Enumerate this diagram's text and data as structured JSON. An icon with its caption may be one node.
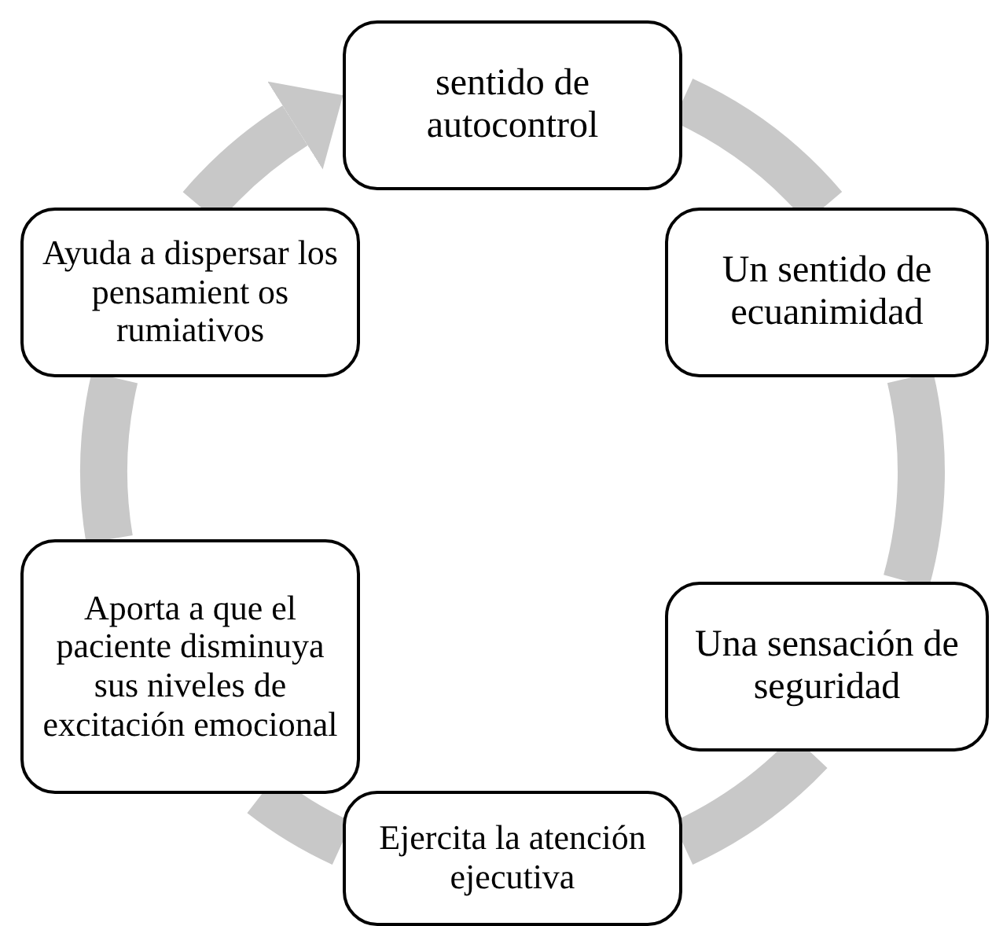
{
  "diagram": {
    "nodes": [
      {
        "text": [
          "sentido de autocontrol"
        ]
      },
      {
        "text": [
          "Un sentido de ecuanimidad"
        ]
      },
      {
        "text": [
          "Una sensación de seguridad"
        ]
      },
      {
        "text": [
          "Ejercita la atención ejecutiva"
        ]
      },
      {
        "text": [
          "Aporta a que el paciente disminuya sus niveles de excitación emocional"
        ]
      },
      {
        "text": [
          "Ayuda a dispersar los pensamient os rumiativos"
        ]
      }
    ],
    "edges": [
      {
        "from": 0,
        "to": 1,
        "arrow": "none"
      },
      {
        "from": 1,
        "to": 2,
        "arrow": "none"
      },
      {
        "from": 2,
        "to": 3,
        "arrow": "none"
      },
      {
        "from": 3,
        "to": 4,
        "arrow": "none"
      },
      {
        "from": 4,
        "to": 5,
        "arrow": "none"
      },
      {
        "from": 5,
        "to": 0,
        "arrow": "to"
      }
    ]
  }
}
